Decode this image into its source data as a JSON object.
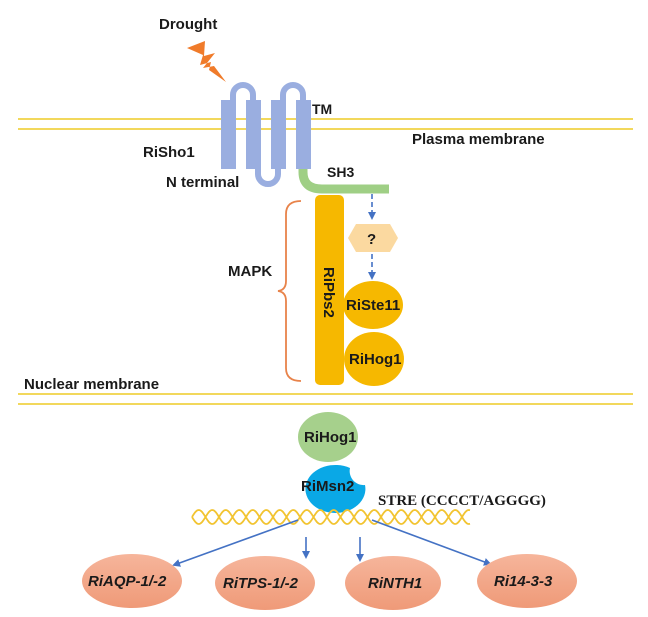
{
  "stimulus": {
    "label": "Drought",
    "icon": "lightning-bolt-icon",
    "color": "#f07b2a"
  },
  "membranes": {
    "plasma": {
      "label": "Plasma membrane",
      "color": "#f2d85c"
    },
    "nuclear": {
      "label": "Nuclear membrane",
      "color": "#f2d85c"
    }
  },
  "receptor": {
    "name": "RiSho1",
    "tm_label": "TM",
    "n_terminal_label": "N terminal",
    "sh3_label": "SH3",
    "color": "#9aaee0",
    "sh3_color": "#9fcf85"
  },
  "mapk": {
    "label": "MAPK",
    "bracket_color": "#e8834a",
    "scaffold": {
      "label": "RiPbs2",
      "color": "#f6b800"
    },
    "unknown": {
      "label": "?",
      "color": "#fbd9a0"
    },
    "kinases": [
      {
        "label": "RiSte11",
        "color": "#f6b800"
      },
      {
        "label": "RiHog1",
        "color": "#f6b800"
      }
    ]
  },
  "nucleus": {
    "hog1": {
      "label": "RiHog1",
      "color": "#a6d08c"
    },
    "msn2": {
      "label": "RiMsn2",
      "color": "#0aa8e6"
    },
    "promoter_label": "STRE (CCCCT/AGGGG)",
    "dna_color": "#f2c431",
    "arrow_color": "#4472c4",
    "target_genes": [
      {
        "label": "RiAQP-1/-2"
      },
      {
        "label": "RiTPS-1/-2"
      },
      {
        "label": "RiNTH1"
      },
      {
        "label": "Ri14-3-3"
      }
    ],
    "gene_color": "#f4a98a"
  }
}
